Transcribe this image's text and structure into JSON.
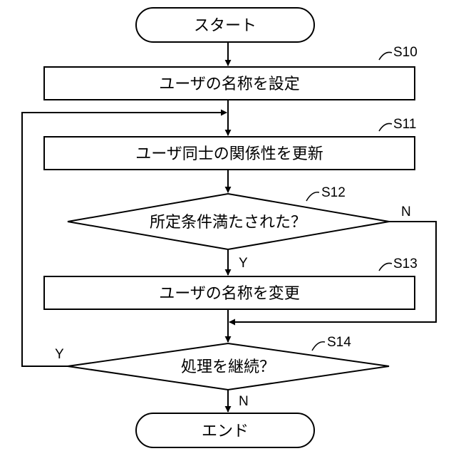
{
  "flowchart": {
    "start": {
      "text": "スタート"
    },
    "end": {
      "text": "エンド"
    },
    "steps": [
      {
        "id": "S10",
        "text": "ユーザの名称を設定"
      },
      {
        "id": "S11",
        "text": "ユーザ同士の関係性を更新"
      },
      {
        "id": "S12",
        "text": "所定条件満たされた？"
      },
      {
        "id": "S13",
        "text": "ユーザの名称を変更"
      },
      {
        "id": "S14",
        "text": "処理を継続？"
      }
    ],
    "branches": {
      "s12_yes": "Y",
      "s12_no": "N",
      "s14_yes": "Y",
      "s14_no": "N"
    }
  }
}
